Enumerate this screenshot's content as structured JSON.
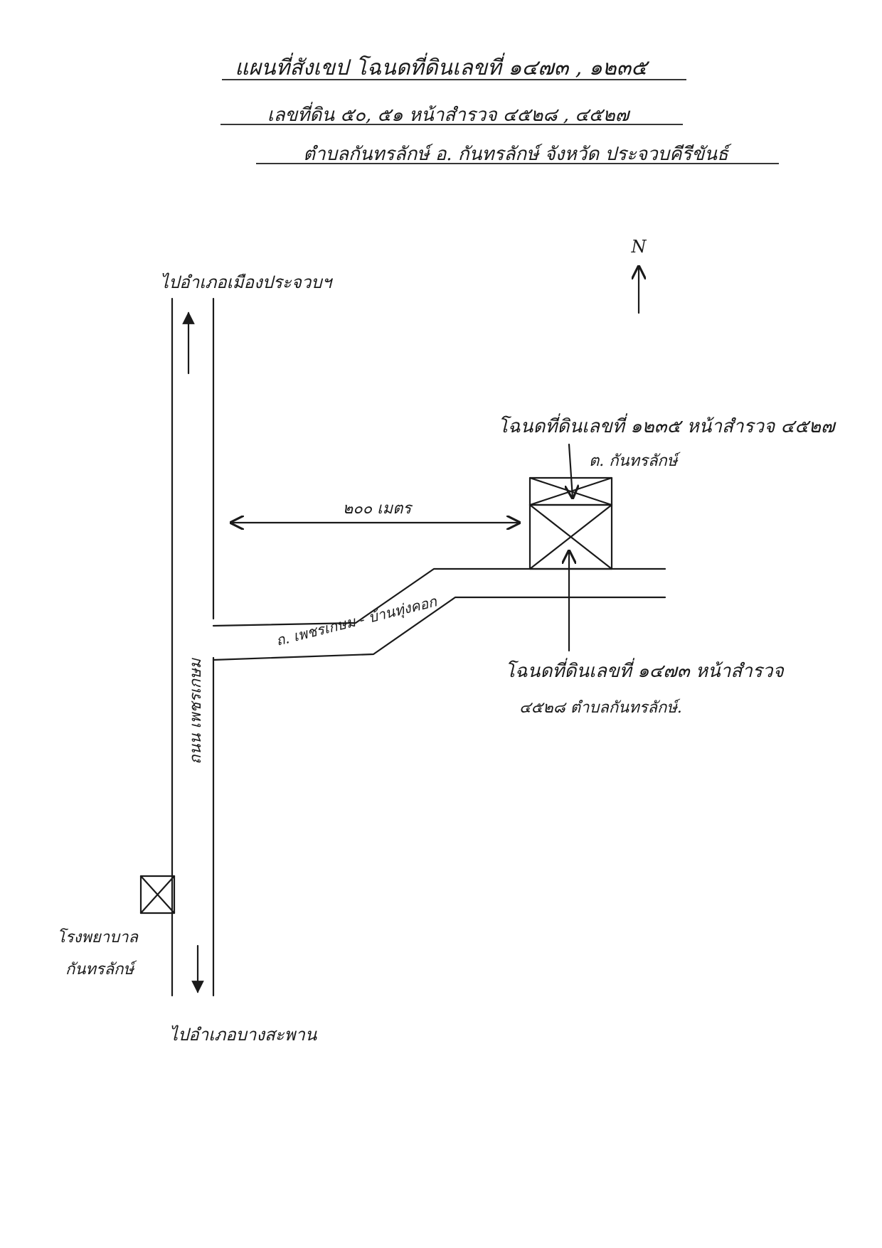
{
  "header": {
    "title": "แผนที่สังเขป โฉนดที่ดินเลขที่ ๑๔๗๓ , ๑๒๓๕",
    "line2": "เลขที่ดิน ๕๐, ๕๑ หน้าสำรวจ ๔๕๒๘ , ๔๕๒๗",
    "line3": "ตำบลกันทรลักษ์ อ. กันทรลักษ์ จังหวัด ประจวบคีรีขันธ์"
  },
  "compass": {
    "label": "N"
  },
  "roads": {
    "to_north": "ไปอำเภอเมืองประจวบฯ",
    "to_south": "ไปอำเภอบางสะพาน",
    "main_road": "ถนน เพชรเกษม",
    "side_road": "ถ. เพชรเกษม - บ้านทุ่งคอก"
  },
  "distance": {
    "label": "๒๐๐ เมตร"
  },
  "parcels": {
    "parcel_a": {
      "line1": "โฉนดที่ดินเลขที่ ๑๒๓๕ หน้าสำรวจ ๔๕๒๗",
      "line2": "ต. กันทรลักษ์"
    },
    "parcel_b": {
      "line1": "โฉนดที่ดินเลขที่ ๑๔๗๓ หน้าสำรวจ",
      "line2": "๔๕๒๘ ตำบลกันทรลักษ์."
    }
  },
  "landmark": {
    "line1": "โรงพยาบาล",
    "line2": "กันทรลักษ์"
  }
}
